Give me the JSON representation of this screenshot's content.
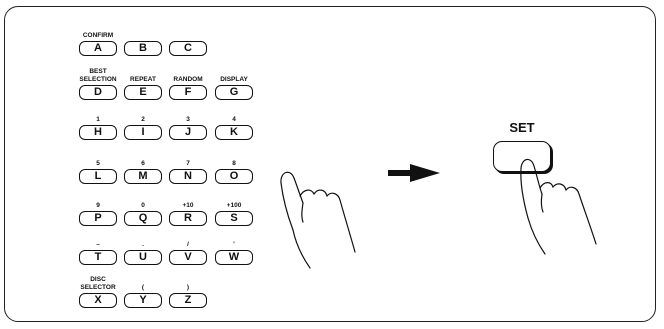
{
  "keys": [
    {
      "letter": "A",
      "label": "CONFIRM"
    },
    {
      "letter": "B",
      "label": ""
    },
    {
      "letter": "C",
      "label": ""
    },
    {
      "letter": "D",
      "label": "BEST\nSELECTION"
    },
    {
      "letter": "E",
      "label": "REPEAT"
    },
    {
      "letter": "F",
      "label": "RANDOM"
    },
    {
      "letter": "G",
      "label": "DISPLAY"
    },
    {
      "letter": "H",
      "label": "1"
    },
    {
      "letter": "I",
      "label": "2"
    },
    {
      "letter": "J",
      "label": "3"
    },
    {
      "letter": "K",
      "label": "4"
    },
    {
      "letter": "L",
      "label": "5"
    },
    {
      "letter": "M",
      "label": "6"
    },
    {
      "letter": "N",
      "label": "7"
    },
    {
      "letter": "O",
      "label": "8"
    },
    {
      "letter": "P",
      "label": "9"
    },
    {
      "letter": "Q",
      "label": "0"
    },
    {
      "letter": "R",
      "label": "+10"
    },
    {
      "letter": "S",
      "label": "+100"
    },
    {
      "letter": "T",
      "label": "–"
    },
    {
      "letter": "U",
      "label": "."
    },
    {
      "letter": "V",
      "label": "/"
    },
    {
      "letter": "W",
      "label": "'"
    },
    {
      "letter": "X",
      "label": "DISC\nSELECTOR"
    },
    {
      "letter": "Y",
      "label": "("
    },
    {
      "letter": "Z",
      "label": ")"
    }
  ],
  "set_key": {
    "label": "SET"
  },
  "icons": {
    "pointer": "hand-pointer-icon",
    "arrow": "right-arrow-icon"
  }
}
